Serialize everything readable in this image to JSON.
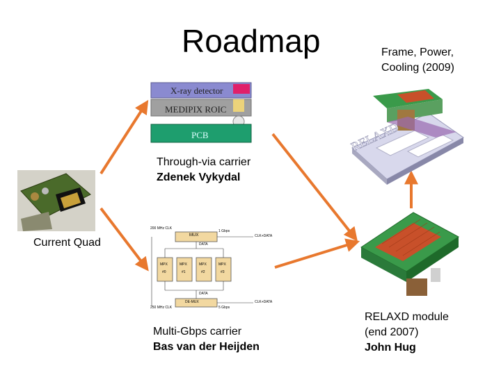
{
  "title": "Roadmap",
  "labels": {
    "frame_power_line1": "Frame, Power,",
    "frame_power_line2": "Cooling (2009)",
    "through_via_line1": "Through-via carrier",
    "through_via_line2": "Zdenek Vykydal",
    "current_quad": "Current Quad",
    "multi_gbps_line1": "Multi-Gbps carrier",
    "multi_gbps_line2": "Bas van der Heijden",
    "relaxd_line1": "RELAXD module",
    "relaxd_line2": "(end 2007)",
    "relaxd_line3": "John Hug"
  },
  "stack": {
    "xray": "X-ray detector",
    "medipix": "MEDIPIX ROIC",
    "pcb": "PCB"
  },
  "relaxd_logo": "RELAXD",
  "block_diagram": {
    "clk_top": "200 MHz CLK",
    "gbps": "1 Gbps",
    "mux_top": "MUX",
    "clk_data_top": "CLK+DATA",
    "data_top": "DATA",
    "mpx": [
      "MPX",
      "MPX",
      "MPX",
      "MPX"
    ],
    "mpx_sub": [
      "#0",
      "#1",
      "#2",
      "#3"
    ],
    "data_bottom": "DATA",
    "de_mux": "DE-MUX",
    "clk_bottom": "250 MHz CLK",
    "clk_data_bottom": "CLK+DATA",
    "gbps_bottom": "5 Gbps"
  },
  "colors": {
    "arrow": "#e8782e",
    "pcb_green": "#1e9e6e",
    "xray_blue": "#8a8ad0",
    "medipix_grey": "#a0a0a0",
    "relaxd_orange": "#c8502a",
    "relaxd_green": "#3a9a4a",
    "frame_grey": "#a8a8c0"
  }
}
